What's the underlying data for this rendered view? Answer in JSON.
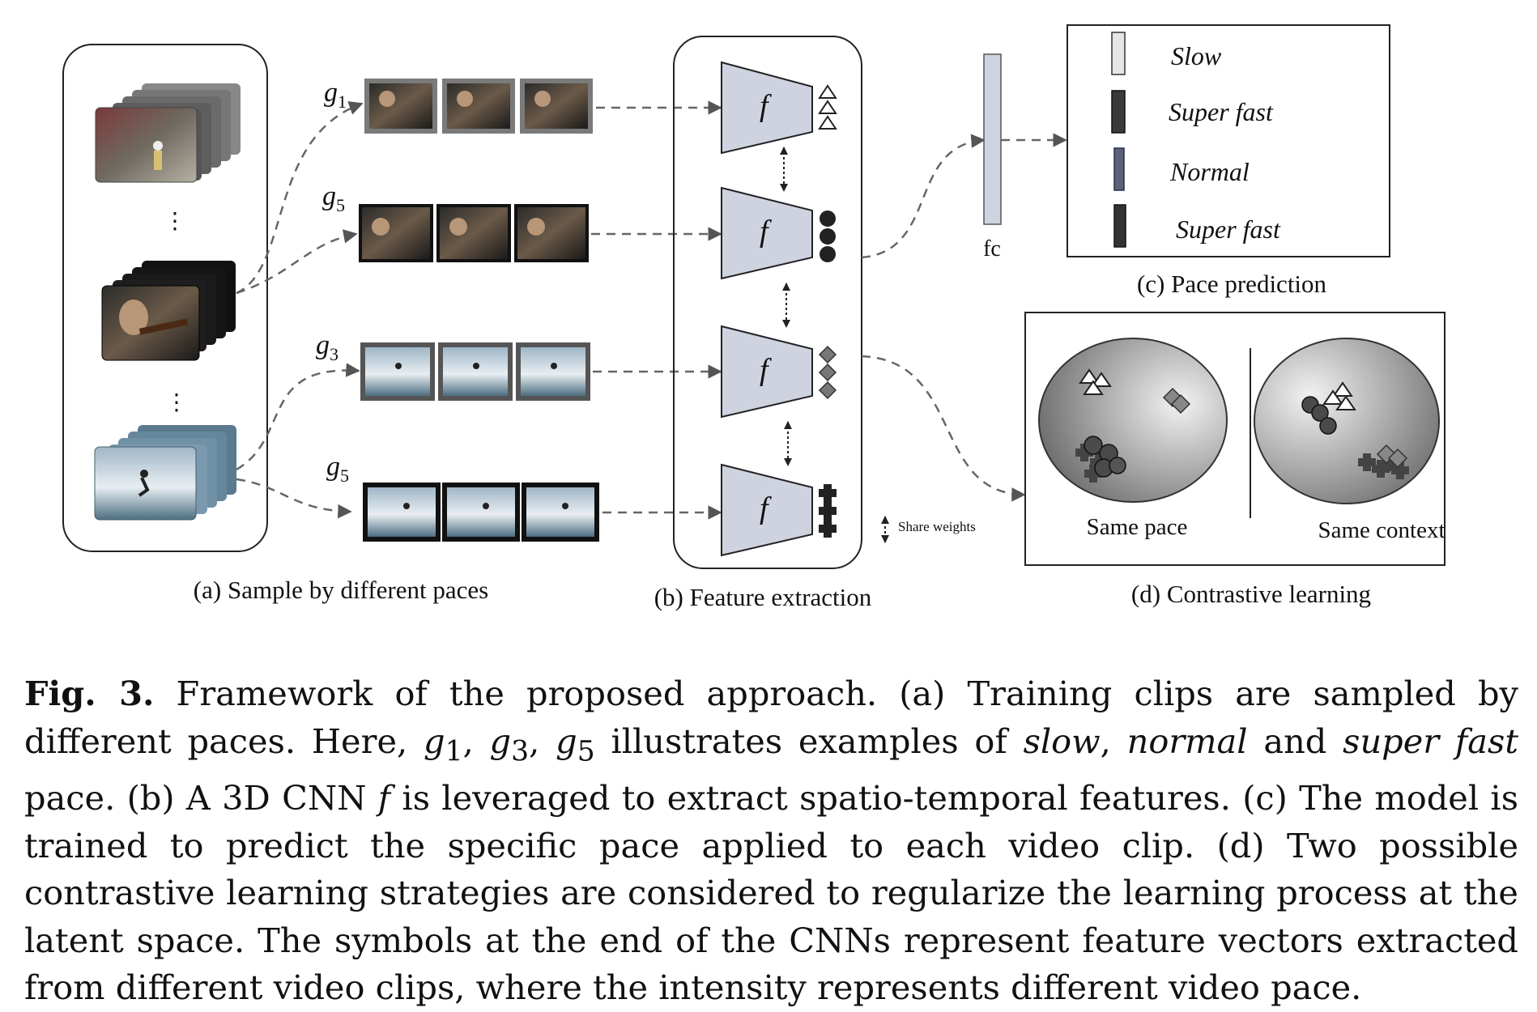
{
  "panel_a": {
    "caption": "(a) Sample by different paces",
    "ellipsis_1": "⋮",
    "ellipsis_2": "⋮",
    "pace_labels": [
      {
        "base": "g",
        "sub": "1"
      },
      {
        "base": "g",
        "sub": "5"
      },
      {
        "base": "g",
        "sub": "3"
      },
      {
        "base": "g",
        "sub": "5"
      }
    ]
  },
  "panel_b": {
    "caption": "(b) Feature extraction",
    "cnn_symbol": "f",
    "share_weights": "Share weights",
    "feature_symbols": [
      "triangle",
      "circle",
      "diamond",
      "cross"
    ]
  },
  "panel_c": {
    "caption": "(c) Pace prediction",
    "fc_label": "fc",
    "legend": [
      {
        "label": "Slow",
        "color": "#e6e6e6"
      },
      {
        "label": "Super fast",
        "color": "#3a3a3a"
      },
      {
        "label": "Normal",
        "color": "#5c6275"
      },
      {
        "label": "Super fast",
        "color": "#333333"
      }
    ]
  },
  "panel_d": {
    "caption": "(d) Contrastive learning",
    "left_label": "Same pace",
    "right_label": "Same context"
  },
  "caption": {
    "fig": "Fig. 3.",
    "s1": " Framework of the proposed approach. (a) Training clips are sampled by different paces. Here, ",
    "g1": "g",
    "g1_sub": "1",
    "sep1": ", ",
    "g3": "g",
    "g3_sub": "3",
    "sep2": ", ",
    "g5": "g",
    "g5_sub": "5",
    "s2": " illustrates examples of ",
    "slow": "slow",
    "s3": ", ",
    "normal": "normal",
    "s4": " and ",
    "superfast": "super fast",
    "s5": " pace. (b) A 3D CNN ",
    "f": "f",
    "s6": " is leveraged to extract spatio-temporal features. (c) The model is trained to predict the specific pace applied to each video clip. (d) Two possible contrastive learning strategies are considered to regularize the learning process at the latent space. The symbols at the end of the CNNs represent feature vectors extracted from different video clips, where the intensity represents different video pace."
  },
  "colors": {
    "cnn_fill": "#cfd3e0",
    "frame_dark": "#1a1a1a",
    "frame_gray": "#7a7a7a",
    "arrow": "#555555",
    "ball_light": "#eeeeee",
    "ball_dark": "#6a6a6a"
  }
}
